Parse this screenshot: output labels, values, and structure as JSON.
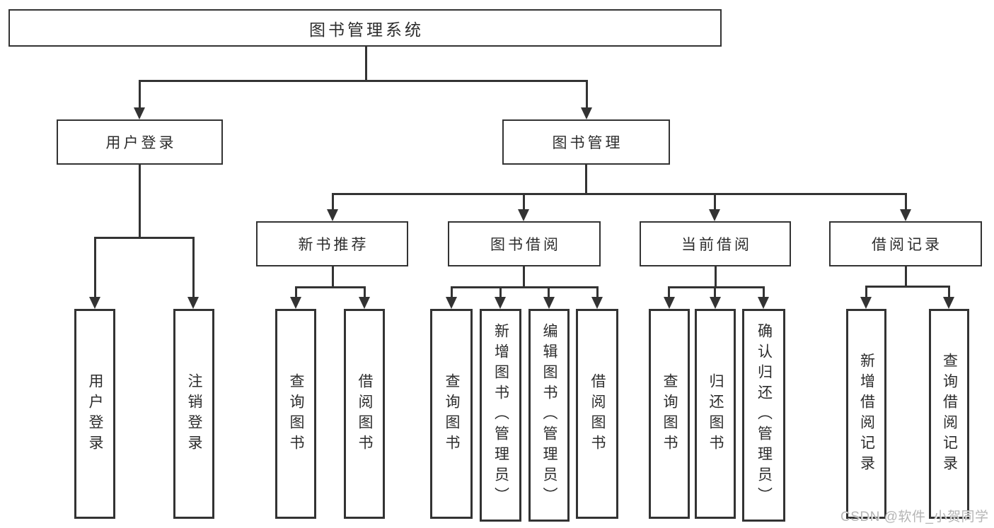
{
  "colors": {
    "line": "#333333",
    "box_border": "#333333",
    "box_background": "#ffffff",
    "text": "#2d2d2d",
    "watermark_text": "#b5b5b5"
  },
  "tree": {
    "root": {
      "label": "图书管理系统",
      "children": [
        {
          "label": "用户登录",
          "children": [
            {
              "label": "用户登录"
            },
            {
              "label": "注销登录"
            }
          ]
        },
        {
          "label": "图书管理",
          "children": [
            {
              "label": "新书推荐",
              "children": [
                {
                  "label": "查询图书"
                },
                {
                  "label": "借阅图书"
                }
              ]
            },
            {
              "label": "图书借阅",
              "children": [
                {
                  "label": "查询图书"
                },
                {
                  "label": "新增图书（管理员）"
                },
                {
                  "label": "编辑图书（管理员）"
                },
                {
                  "label": "借阅图书"
                }
              ]
            },
            {
              "label": "当前借阅",
              "children": [
                {
                  "label": "查询图书"
                },
                {
                  "label": "归还图书"
                },
                {
                  "label": "确认归还（管理员）"
                }
              ]
            },
            {
              "label": "借阅记录",
              "children": [
                {
                  "label": "新增借阅记录"
                },
                {
                  "label": "查询借阅记录"
                }
              ]
            }
          ]
        }
      ]
    }
  },
  "watermark": {
    "text": "CSDN @软件_小贺同学"
  }
}
